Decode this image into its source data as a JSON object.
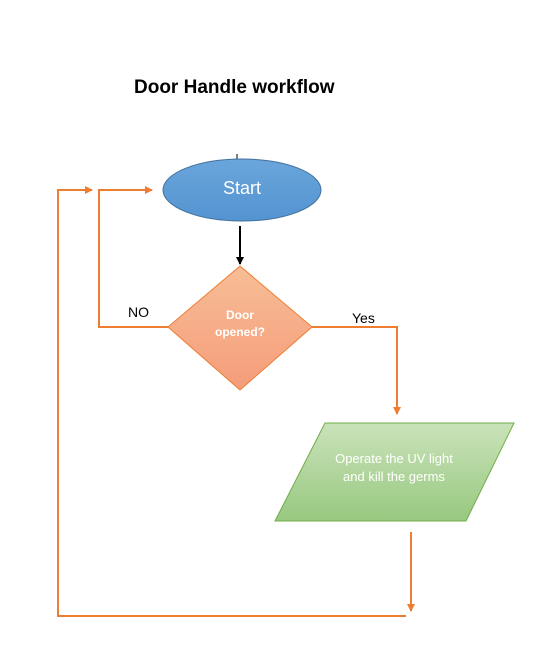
{
  "title": "Door Handle workflow",
  "colors": {
    "connector": "#ED7D31",
    "start_fill_top": "#5B9BD5",
    "start_fill_bottom": "#5B9BD5",
    "start_stroke": "#41719C",
    "decision_fill_top": "#F4B183",
    "decision_fill_bottom": "#F59A78",
    "decision_stroke": "#ED7D31",
    "process_fill_top": "#C5E0B4",
    "process_fill_bottom": "#9BC985",
    "process_stroke": "#70AD47",
    "arrow_dark": "#000000"
  },
  "nodes": {
    "start": {
      "label": "Start"
    },
    "decision": {
      "line1": "Door",
      "line2": "opened?"
    },
    "process": {
      "line1": "Operate the UV light",
      "line2": "and kill the germs"
    }
  },
  "edges": {
    "yes_label": "Yes",
    "no_label": "NO"
  }
}
